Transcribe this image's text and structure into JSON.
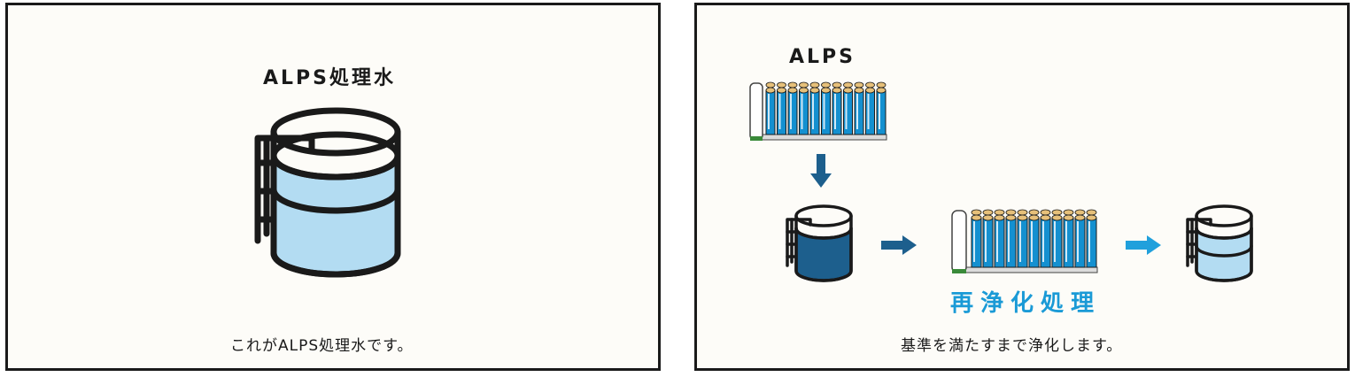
{
  "left_panel": {
    "title": "ALPS処理水",
    "caption": "これがALPS処理水です。"
  },
  "right_panel": {
    "title": "ALPS",
    "process_label": "再浄化処理",
    "caption": "基準を満たすまで浄化します。"
  },
  "colors": {
    "outline": "#1a1a1a",
    "light_water": "#b3dcf2",
    "dark_water": "#1d5f8d",
    "filter_blue": "#1490d0",
    "arrow_dark": "#1d5f8d",
    "arrow_light": "#20a0dc",
    "process_label": "#1a9ad6"
  }
}
